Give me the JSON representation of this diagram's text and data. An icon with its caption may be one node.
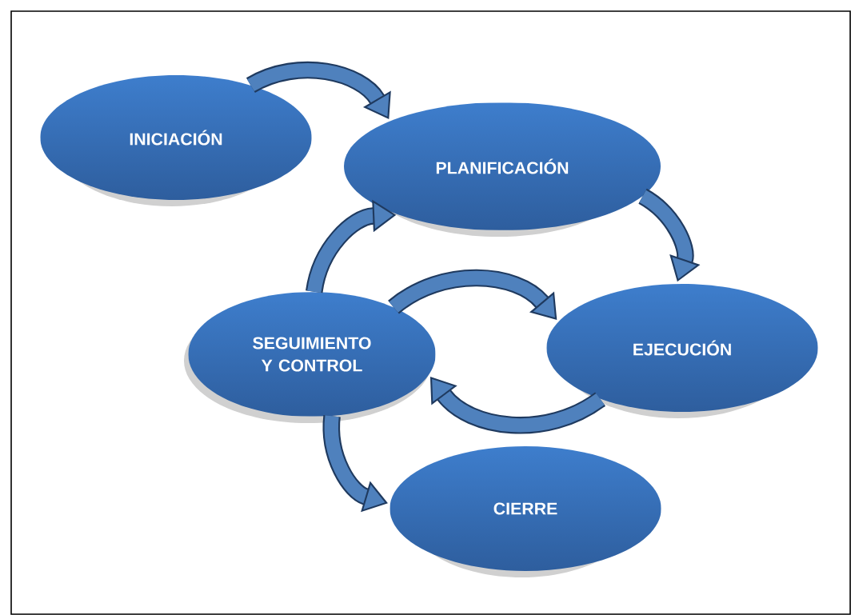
{
  "diagram": {
    "nodes": [
      {
        "text": [
          "INICIACIÓN"
        ]
      },
      {
        "text": [
          "PLANIFICACIÓN"
        ]
      },
      {
        "text": [
          "EJECUCIÓN"
        ]
      },
      {
        "text": [
          "SEGUIMIENTO Y CONTROL"
        ]
      },
      {
        "text": [
          "CIERRE"
        ]
      }
    ],
    "edges": [
      {
        "from": 0,
        "to": 1,
        "arrow": "to"
      },
      {
        "from": 1,
        "to": 2,
        "arrow": "to"
      },
      {
        "from": 3,
        "to": 1,
        "arrow": "to"
      },
      {
        "from": 3,
        "to": 2,
        "arrow": "to"
      },
      {
        "from": 2,
        "to": 3,
        "arrow": "to"
      },
      {
        "from": 3,
        "to": 4,
        "arrow": "to"
      }
    ]
  }
}
